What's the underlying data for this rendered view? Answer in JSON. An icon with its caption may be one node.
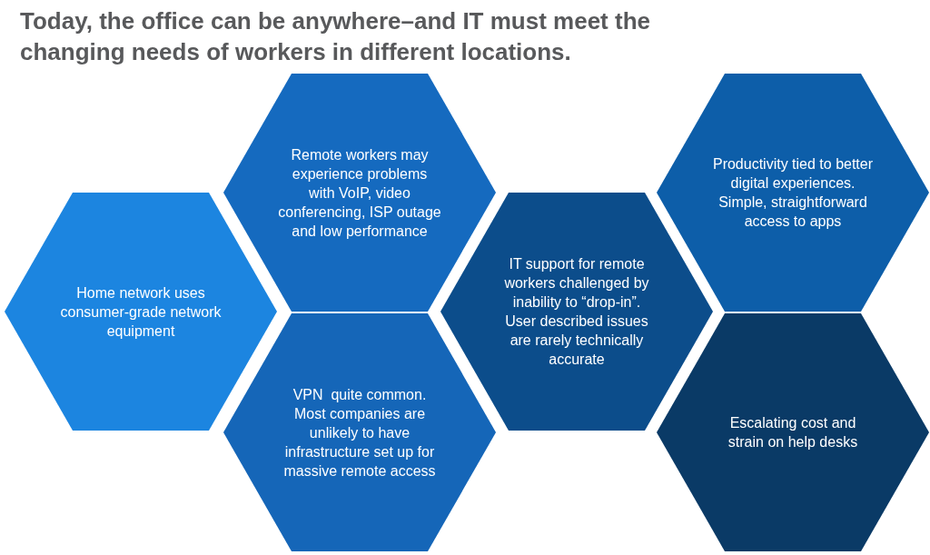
{
  "diagram": {
    "title": "Today, the office can be anywhere–and IT must meet the changing needs of workers in different locations.",
    "nodes": [
      {
        "text": [
          "Home network uses consumer-grade network equipment"
        ]
      },
      {
        "text": [
          "Remote workers may experience problems with VoIP, video conferencing, ISP outage and low performance"
        ]
      },
      {
        "text": [
          "VPN  quite common. Most companies are unlikely to have infrastructure set up for massive remote access"
        ]
      },
      {
        "text": [
          "IT support for remote workers challenged by inability to “drop-in”.",
          "User described issues are rarely technically accurate"
        ]
      },
      {
        "text": [
          "Productivity tied to better digital experiences.",
          "Simple, straightforward access to apps"
        ]
      },
      {
        "text": [
          "Escalating cost and strain on help desks"
        ]
      }
    ]
  }
}
